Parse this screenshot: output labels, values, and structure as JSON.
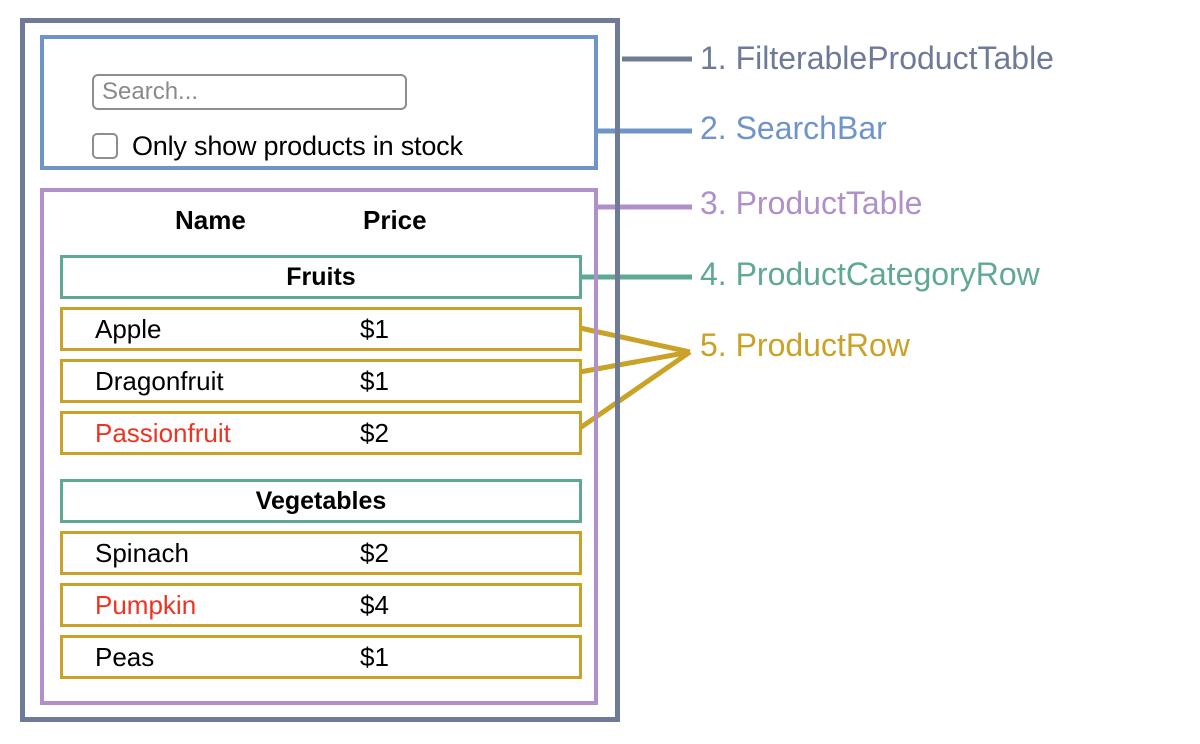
{
  "colors": {
    "outer": "#6e7a96",
    "search_bar": "#6f94c8",
    "product_table": "#b18fc9",
    "category_row": "#5fa896",
    "product_row": "#c9a227",
    "out_of_stock_text": "#ee3322",
    "text": "#000000",
    "placeholder": "#8a8a8a"
  },
  "search": {
    "placeholder": "Search...",
    "value": "",
    "checkbox_checked": false,
    "checkbox_label": "Only show products in stock"
  },
  "table": {
    "columns": [
      "Name",
      "Price"
    ],
    "sections": [
      {
        "category": "Fruits",
        "rows": [
          {
            "name": "Apple",
            "price": "$1",
            "in_stock": true
          },
          {
            "name": "Dragonfruit",
            "price": "$1",
            "in_stock": true
          },
          {
            "name": "Passionfruit",
            "price": "$2",
            "in_stock": false
          }
        ]
      },
      {
        "category": "Vegetables",
        "rows": [
          {
            "name": "Spinach",
            "price": "$2",
            "in_stock": true
          },
          {
            "name": "Pumpkin",
            "price": "$4",
            "in_stock": false
          },
          {
            "name": "Peas",
            "price": "$1",
            "in_stock": true
          }
        ]
      }
    ]
  },
  "annotations": [
    {
      "number": "1.",
      "text": "FilterableProductTable",
      "label": "1. FilterableProductTable"
    },
    {
      "number": "2.",
      "text": "SearchBar",
      "label": "2. SearchBar"
    },
    {
      "number": "3.",
      "text": "ProductTable",
      "label": "3. ProductTable"
    },
    {
      "number": "4.",
      "text": "ProductCategoryRow",
      "label": "4. ProductCategoryRow"
    },
    {
      "number": "5.",
      "text": "ProductRow",
      "label": "5. ProductRow"
    }
  ]
}
